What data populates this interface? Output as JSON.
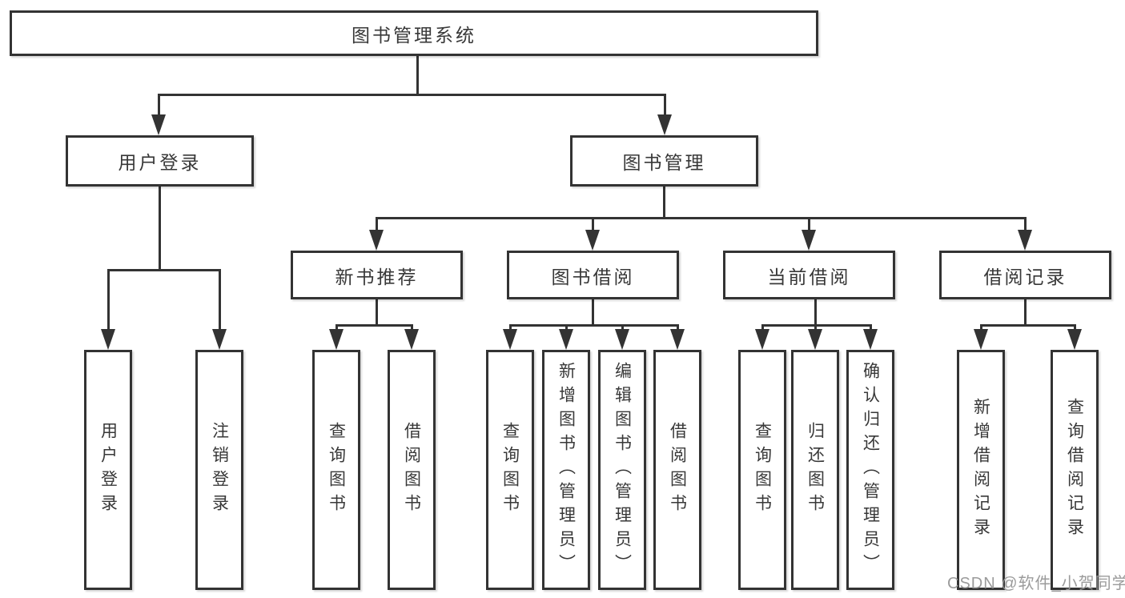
{
  "style": {
    "background": "#ffffff",
    "line_color": "#333333",
    "box_border_color": "#333333",
    "box_background": "#ffffff",
    "text_color": "#383838",
    "watermark_color": "#969696"
  },
  "nodes": {
    "root": {
      "label": "图书管理系统"
    },
    "level2": [
      {
        "label": "用户登录"
      },
      {
        "label": "图书管理"
      }
    ],
    "level3": [
      {
        "label": "新书推荐"
      },
      {
        "label": "图书借阅"
      },
      {
        "label": "当前借阅"
      },
      {
        "label": "借阅记录"
      }
    ],
    "leaves": {
      "login": [
        {
          "label": "用户登录"
        },
        {
          "label": "注销登录"
        }
      ],
      "recommend": [
        {
          "label": "查询图书"
        },
        {
          "label": "借阅图书"
        }
      ],
      "borrowing": [
        {
          "label": "查询图书"
        },
        {
          "label": "新增图书（管理员）"
        },
        {
          "label": "编辑图书（管理员）"
        },
        {
          "label": "借阅图书"
        }
      ],
      "current": [
        {
          "label": "查询图书"
        },
        {
          "label": "归还图书"
        },
        {
          "label": "确认归还（管理员）"
        }
      ],
      "records": [
        {
          "label": "新增借阅记录"
        },
        {
          "label": "查询借阅记录"
        }
      ]
    }
  },
  "watermark": {
    "text": "CSDN @软件_小贺同学"
  }
}
